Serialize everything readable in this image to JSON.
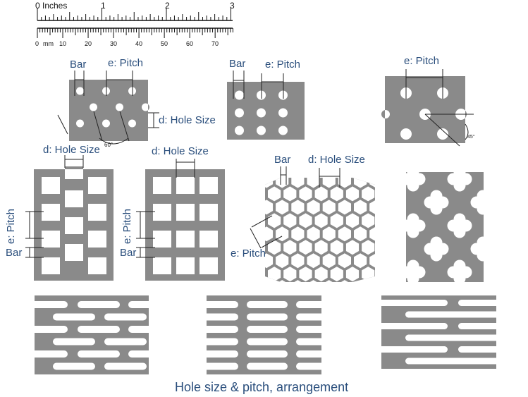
{
  "ruler": {
    "inch_unit": "Inches",
    "inch_labels": [
      "0",
      "1",
      "2",
      "3"
    ],
    "mm_unit": "mm",
    "mm_labels": [
      "0",
      "10",
      "20",
      "30",
      "40",
      "50",
      "60",
      "70"
    ]
  },
  "labels": {
    "bar": "Bar",
    "pitch": "e: Pitch",
    "hole_size": "d: Hole Size",
    "angle_60": "60°",
    "angle_45": "45°"
  },
  "caption": "Hole size & pitch, arrangement",
  "colors": {
    "metal": "#8a8a8a",
    "label_text": "#2a4e7c",
    "dimension_line": "#222222"
  }
}
